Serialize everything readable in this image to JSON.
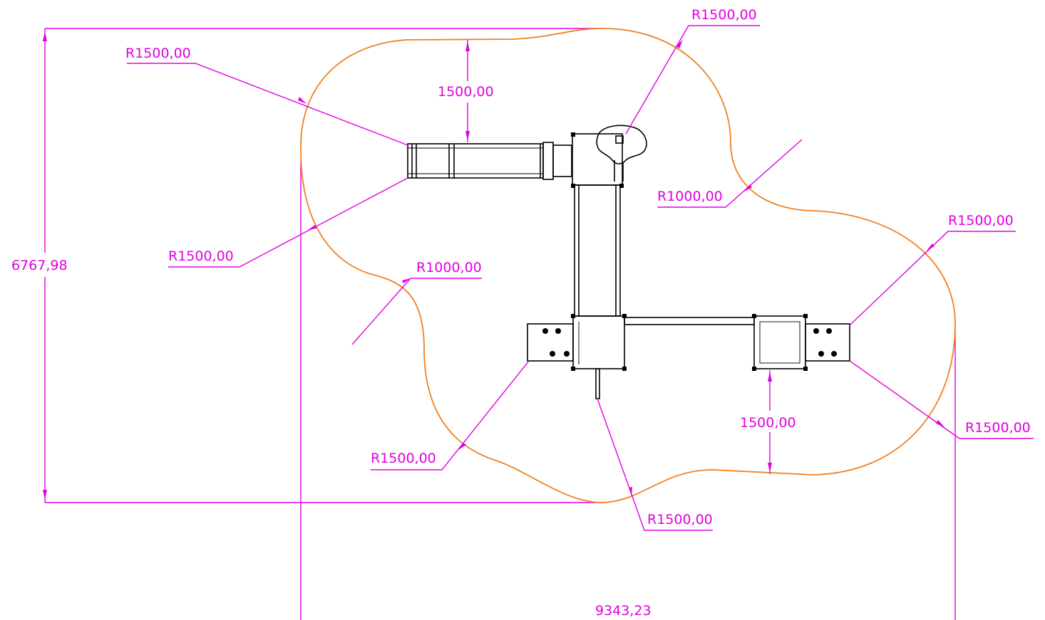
{
  "colors": {
    "dimension": "#e000e0",
    "safety_zone": "#f08020",
    "equipment": "#000000",
    "background": "#ffffff"
  },
  "dimensions": {
    "overall_height": "6767,98",
    "overall_width": "9343,23",
    "clearance_top": "1500,00",
    "clearance_bottom": "1500,00"
  },
  "radius_labels": [
    "R1500,00",
    "R1500,00",
    "R1500,00",
    "R1000,00",
    "R1000,00",
    "R1500,00",
    "R1500,00",
    "R1500,00",
    "R1500,00"
  ]
}
